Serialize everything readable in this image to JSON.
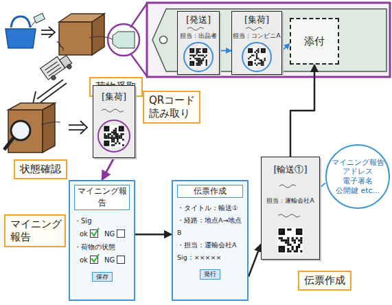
{
  "diagram": {
    "nodes": [
      {
        "text": [
          "[発送]",
          "担当：出品者"
        ]
      },
      {
        "text": [
          "[集荷]",
          "担当：コンビニA"
        ]
      },
      {
        "text": [
          "添付"
        ]
      },
      {
        "text": [
          "荷物受取"
        ]
      },
      {
        "text": [
          "状態確認"
        ]
      },
      {
        "text": [
          "[集荷]"
        ]
      },
      {
        "text": [
          "QRコード 読み取り"
        ]
      },
      {
        "text": [
          "マイニング 報告"
        ]
      },
      {
        "text": [
          "マイニング報告",
          "・Sig",
          "ok",
          "NG",
          "・荷物の状態",
          "ok",
          "NG"
        ]
      },
      {
        "text": [
          "保存"
        ],
        "in": 8
      },
      {
        "text": [
          "伝票作成",
          "・タイトル：輸送①",
          "・経路：地点A→地点B",
          "・担当：運輸会社A",
          "Sig：×××××"
        ]
      },
      {
        "text": [
          "発行"
        ],
        "in": 10
      },
      {
        "text": [
          "[輸送①]",
          "担当：運輸会社A"
        ]
      },
      {
        "text": [
          "マイニング報告 アドレス 電子署名 公開鍵 etc..."
        ]
      },
      {
        "text": [
          "伝票作成"
        ]
      }
    ],
    "edges": [
      {
        "from": 0,
        "to": 1,
        "arrow": "to"
      },
      {
        "from": 1,
        "to": 2,
        "arrow": "to"
      },
      {
        "from": 5,
        "to": 8,
        "arrow": "to"
      },
      {
        "from": 8,
        "to": 10,
        "arrow": "to"
      },
      {
        "from": 10,
        "to": 12,
        "arrow": "to"
      },
      {
        "from": 12,
        "to": 2,
        "arrow": "to"
      },
      {
        "from": 13,
        "to": 12,
        "arrow": "none"
      }
    ]
  }
}
